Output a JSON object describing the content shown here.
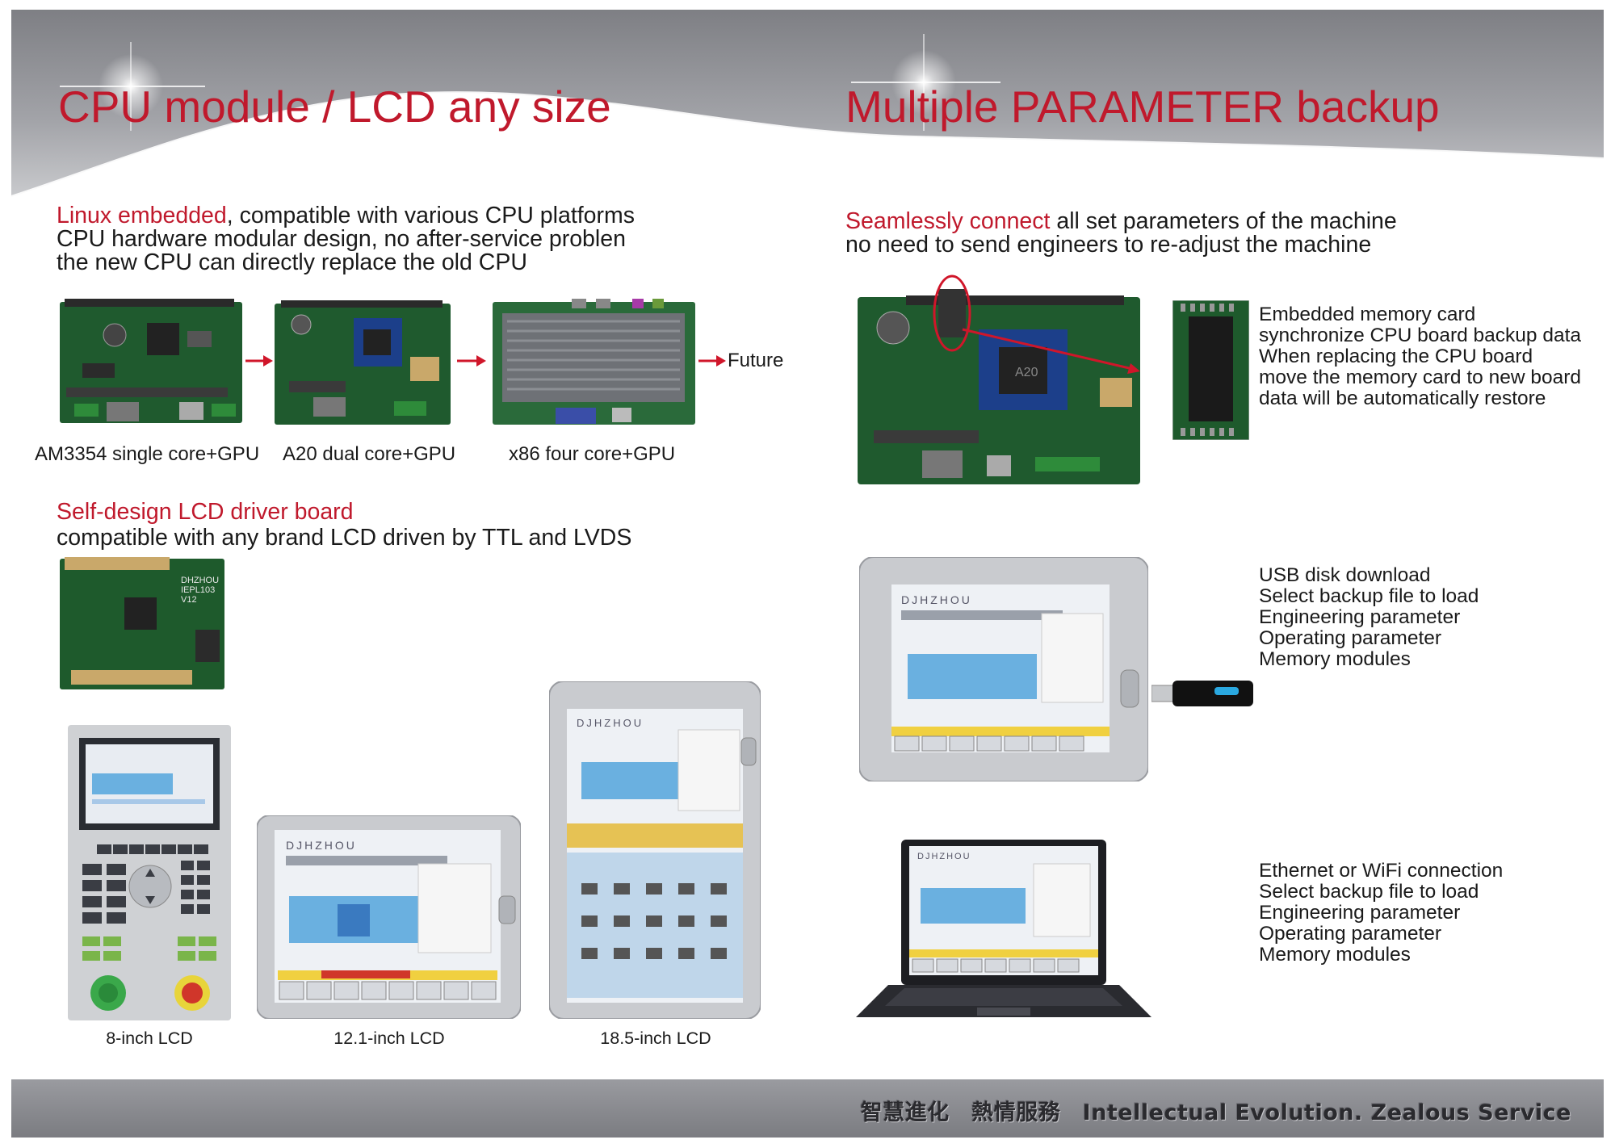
{
  "left_title": "CPU module / LCD any size",
  "right_title": "Multiple PARAMETER backup",
  "cpu_section": {
    "highlight": "Linux embedded",
    "line1_rest": ", compatible with various CPU platforms",
    "line2": "CPU hardware modular design, no after-service problen",
    "line3": "the new CPU can directly replace the old CPU",
    "boards": [
      "AM3354 single core+GPU",
      "A20 dual core+GPU",
      "x86 four core+GPU"
    ],
    "future_label": "Future"
  },
  "lcd_section": {
    "highlight": "Self-design LCD driver board",
    "line2": "compatible with any brand LCD driven by TTL and LVDS",
    "board_text": [
      "DHZHOU",
      "IEPL103",
      "V12"
    ],
    "screens": [
      "8-inch LCD",
      "12.1-inch LCD",
      "18.5-inch LCD"
    ]
  },
  "backup_section": {
    "highlight": "Seamlessly connect",
    "line1_rest": " all set parameters of the machine",
    "line2": "no need to send engineers to re-adjust the machine",
    "board_chip": "A20",
    "memory_card": {
      "title": "Embedded memory card",
      "lines": [
        "synchronize CPU board backup data",
        "When replacing the CPU board",
        "move the memory card to new board",
        "data will be automatically restore"
      ]
    },
    "usb": {
      "title": "USB disk download",
      "lines": [
        "Select backup file to load",
        "Engineering parameter",
        "Operating parameter",
        "Memory modules"
      ]
    },
    "ethernet": {
      "title": "Ethernet or WiFi connection",
      "lines": [
        "Select backup file to load",
        "Engineering parameter",
        "Operating parameter",
        "Memory modules"
      ]
    }
  },
  "hmi_brand": "DJHZHOU",
  "footer_slogan": "智慧進化　熱情服務　Intellectual Evolution. Zealous Service",
  "colors": {
    "accent_red": "#c0192c",
    "banner_gray": "#8d8e93",
    "pcb_green": "#1f5a2e"
  }
}
